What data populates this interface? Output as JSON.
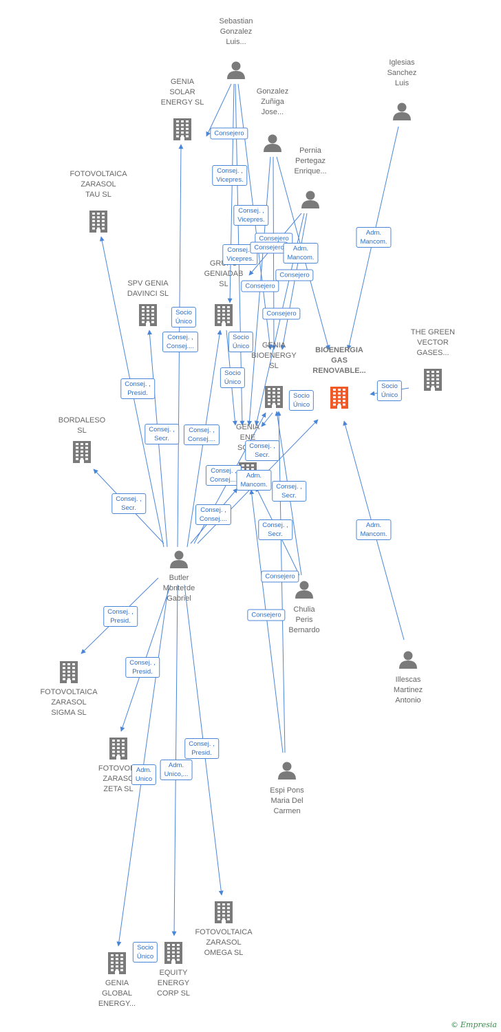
{
  "colors": {
    "edge": "#4a86d8",
    "node": "#7a7a7a",
    "focus": "#f05a28"
  },
  "nodes": [
    {
      "id": "sebastian",
      "kind": "person",
      "lines": [
        "Sebastian",
        "Gonzalez",
        "Luis..."
      ]
    },
    {
      "id": "iglesias",
      "kind": "person",
      "lines": [
        "Iglesias",
        "Sanchez",
        "Luis"
      ]
    },
    {
      "id": "genia_solar",
      "kind": "company",
      "lines": [
        "GENIA",
        "SOLAR",
        "ENERGY  SL"
      ]
    },
    {
      "id": "gonzalez",
      "kind": "person",
      "lines": [
        "Gonzalez",
        "Zuñiga",
        "Jose..."
      ]
    },
    {
      "id": "pernia",
      "kind": "person",
      "lines": [
        "Pernia",
        "Pertegaz",
        "Enrique..."
      ]
    },
    {
      "id": "foto_tau",
      "kind": "company",
      "lines": [
        "FOTOVOLTAICA",
        "ZARASOL",
        "TAU  SL"
      ]
    },
    {
      "id": "spv_genia",
      "kind": "company",
      "lines": [
        "SPV GENIA",
        "DAVINCI  SL"
      ]
    },
    {
      "id": "grupo_geniadab",
      "kind": "company",
      "lines": [
        "GRUPO",
        "GENIADAB",
        "SL"
      ]
    },
    {
      "id": "genia_bioenergy",
      "kind": "company",
      "lines": [
        "GENIA",
        "BIOENERGY",
        "SL"
      ]
    },
    {
      "id": "bioenergia",
      "kind": "focus",
      "lines": [
        "BIOENERGIA",
        "GAS",
        "RENOVABLE..."
      ]
    },
    {
      "id": "green_vector",
      "kind": "company",
      "lines": [
        "THE GREEN",
        "VECTOR",
        "GASES..."
      ]
    },
    {
      "id": "bordaleso",
      "kind": "company",
      "lines": [
        "BORDALESO",
        "SL"
      ]
    },
    {
      "id": "genia_ensol",
      "kind": "company",
      "lines": [
        "GENIA",
        "ENE",
        "SOLU"
      ]
    },
    {
      "id": "butler",
      "kind": "person",
      "lines": [
        "Butler",
        "Monterde",
        "Gabriel"
      ]
    },
    {
      "id": "chulia",
      "kind": "person",
      "lines": [
        "Chulia",
        "Peris",
        "Bernardo"
      ]
    },
    {
      "id": "illescas",
      "kind": "person",
      "lines": [
        "Illescas",
        "Martinez",
        "Antonio"
      ]
    },
    {
      "id": "foto_sigma",
      "kind": "company",
      "lines": [
        "FOTOVOLTAICA",
        "ZARASOL",
        "SIGMA  SL"
      ]
    },
    {
      "id": "foto_zeta",
      "kind": "company",
      "lines": [
        "FOTOVOLT",
        "ZARASO",
        "ZETA  SL"
      ]
    },
    {
      "id": "espi",
      "kind": "person",
      "lines": [
        "Espi Pons",
        "Maria Del",
        "Carmen"
      ]
    },
    {
      "id": "foto_omega",
      "kind": "company",
      "lines": [
        "FOTOVOLTAICA",
        "ZARASOL",
        "OMEGA  SL"
      ]
    },
    {
      "id": "genia_global",
      "kind": "company",
      "lines": [
        "GENIA",
        "GLOBAL",
        "ENERGY..."
      ]
    },
    {
      "id": "equity",
      "kind": "company",
      "lines": [
        "EQUITY",
        "ENERGY",
        "CORP SL"
      ]
    }
  ],
  "edges": [
    {
      "from": "butler",
      "to": "genia_solar"
    },
    {
      "from": "butler",
      "to": "foto_tau"
    },
    {
      "from": "butler",
      "to": "spv_genia"
    },
    {
      "from": "butler",
      "to": "grupo_geniadab"
    },
    {
      "from": "butler",
      "to": "bordaleso"
    },
    {
      "from": "butler",
      "to": "genia_ensol"
    },
    {
      "from": "butler",
      "to": "genia_bioenergy"
    },
    {
      "from": "butler",
      "to": "bioenergia"
    },
    {
      "from": "butler",
      "to": "foto_sigma"
    },
    {
      "from": "butler",
      "to": "foto_zeta"
    },
    {
      "from": "butler",
      "to": "foto_omega"
    },
    {
      "from": "butler",
      "to": "genia_global"
    },
    {
      "from": "butler",
      "to": "equity"
    },
    {
      "from": "sebastian",
      "to": "genia_solar"
    },
    {
      "from": "sebastian",
      "to": "genia_ensol"
    },
    {
      "from": "sebastian",
      "to": "genia_bioenergy"
    },
    {
      "from": "sebastian",
      "to": "grupo_geniadab"
    },
    {
      "from": "gonzalez",
      "to": "genia_ensol"
    },
    {
      "from": "gonzalez",
      "to": "genia_bioenergy"
    },
    {
      "from": "gonzalez",
      "to": "bioenergia"
    },
    {
      "from": "pernia",
      "to": "genia_ensol"
    },
    {
      "from": "pernia",
      "to": "genia_bioenergy"
    },
    {
      "from": "pernia",
      "to": "grupo_geniadab"
    },
    {
      "from": "iglesias",
      "to": "bioenergia"
    },
    {
      "from": "green_vector",
      "to": "bioenergia"
    },
    {
      "from": "illescas",
      "to": "bioenergia"
    },
    {
      "from": "chulia",
      "to": "genia_ensol"
    },
    {
      "from": "chulia",
      "to": "genia_bioenergy"
    },
    {
      "from": "espi",
      "to": "genia_ensol"
    },
    {
      "from": "espi",
      "to": "genia_bioenergy"
    },
    {
      "from": "grupo_geniadab",
      "to": "genia_ensol"
    },
    {
      "from": "genia_bioenergy",
      "to": "genia_ensol"
    }
  ],
  "edge_labels": [
    "Consejero",
    "Consej. ,\nVicepres.",
    "Consej. ,\nVicepres.",
    "Consej. ,\nVicepres.",
    "Consejero",
    "Consejero",
    "Adm.\nMancom.",
    "Consejero",
    "Consejero",
    "Consejero",
    "Adm.\nMancom.",
    "Socio\nÚnico",
    "Consej. ,\nConsej....",
    "Socio\nÚnico",
    "Socio\nÚnico",
    "Consej. ,\nPresid.",
    "Socio\nÚnico",
    "Socio\nÚnico",
    "Consej. ,\nSecr.",
    "Consej. ,\nConsej....",
    "Consej. ,\nSecr.",
    "Consej. ,\nConsej....",
    "Adm.\nMancom.",
    "Consej. ,\nSecr.",
    "Consej. ,\nSecr.",
    "Consej. ,\nConsej....",
    "Consej. ,\nSecr.",
    "Adm.\nMancom.",
    "Consejero",
    "Consejero",
    "Consej. ,\nPresid.",
    "Consej. ,\nPresid.",
    "Consej. ,\nPresid.",
    "Adm.\nUnico",
    "Adm.\nUnico,...",
    "Socio\nÚnico"
  ],
  "brand": {
    "copyright": "©",
    "name": "Empresia"
  }
}
